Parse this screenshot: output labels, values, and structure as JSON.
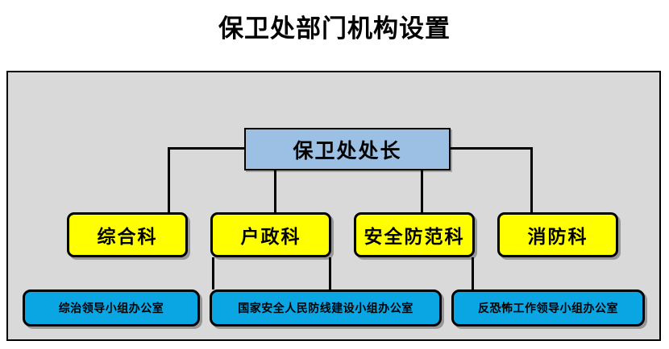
{
  "page": {
    "title": "保卫处部门机构设置",
    "background_color": "#ffffff",
    "container_fill": "#d9d9d9",
    "container_border": "#000000"
  },
  "chart_data": {
    "type": "diagram",
    "diagram_kind": "organizational-chart",
    "title": "保卫处部门机构设置",
    "orientation": "top-down",
    "levels": 3,
    "colors": {
      "head_fill": "#9cc0e4",
      "department_fill": "#ffff00",
      "office_fill": "#0aa5e3",
      "border": "#000000",
      "canvas_fill": "#d9d9d9",
      "text": "#000000"
    },
    "nodes": [
      {
        "id": "head",
        "label": "保卫处处长",
        "level": 1,
        "fill": "#9cc0e4",
        "parent": null
      },
      {
        "id": "dept1",
        "label": "综合科",
        "level": 2,
        "fill": "#ffff00",
        "parent": "head"
      },
      {
        "id": "dept2",
        "label": "户政科",
        "level": 2,
        "fill": "#ffff00",
        "parent": "head"
      },
      {
        "id": "dept3",
        "label": "安全防范科",
        "level": 2,
        "fill": "#ffff00",
        "parent": "head"
      },
      {
        "id": "dept4",
        "label": "消防科",
        "level": 2,
        "fill": "#ffff00",
        "parent": "head"
      },
      {
        "id": "off1",
        "label": "综治领导小组办公室",
        "level": 3,
        "fill": "#0aa5e3",
        "parent": "dept1"
      },
      {
        "id": "off2",
        "label": "国家安全人民防线建设小组办公室",
        "level": 3,
        "fill": "#0aa5e3",
        "parent": "dept2"
      },
      {
        "id": "off3",
        "label": "反恐怖工作领导小组办公室",
        "level": 3,
        "fill": "#0aa5e3",
        "parent": "dept3"
      }
    ],
    "edges": [
      {
        "from": "head",
        "to": "dept1"
      },
      {
        "from": "head",
        "to": "dept2"
      },
      {
        "from": "head",
        "to": "dept3"
      },
      {
        "from": "head",
        "to": "dept4"
      },
      {
        "from": "dept1",
        "to": "off1"
      },
      {
        "from": "dept2",
        "to": "off2"
      },
      {
        "from": "dept3",
        "to": "off3"
      }
    ]
  },
  "head": {
    "label": "保卫处处长"
  },
  "departments": [
    {
      "label": "综合科"
    },
    {
      "label": "户政科"
    },
    {
      "label": "安全防范科"
    },
    {
      "label": "消防科"
    }
  ],
  "offices": [
    {
      "label": "综治领导小组办公室"
    },
    {
      "label": "国家安全人民防线建设小组办公室"
    },
    {
      "label": "反恐怖工作领导小组办公室"
    }
  ]
}
